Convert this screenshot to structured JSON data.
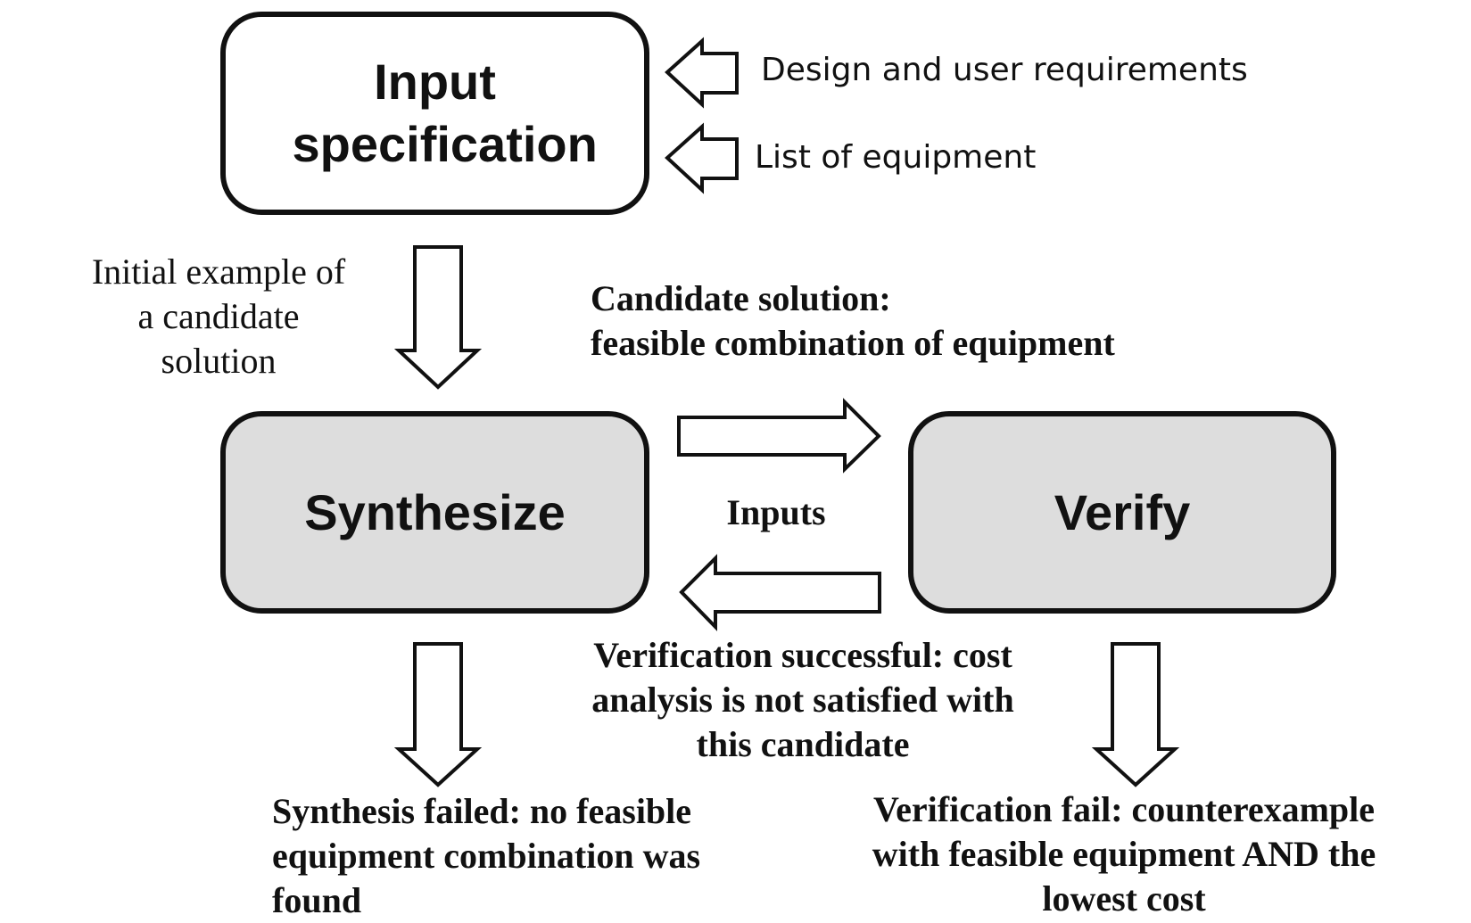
{
  "boxes": {
    "input_specification": "Input specification",
    "synthesize": "Synthesize",
    "verify": "Verify"
  },
  "labels": {
    "design_requirements": "Design and user requirements",
    "list_of_equipment": "List of equipment",
    "initial_example": "Initial example of a candidate solution",
    "candidate_solution_line1": "Candidate solution:",
    "candidate_solution_line2": "feasible combination of equipment",
    "inputs": "Inputs",
    "verification_successful": "Verification successful: cost analysis is not satisfied with this candidate",
    "synthesis_failed": "Synthesis failed: no feasible equipment combination was found",
    "verification_fail": "Verification fail: counterexample with feasible equipment AND the lowest cost"
  },
  "colors": {
    "process_fill": "#dddddd",
    "stroke": "#111111"
  }
}
